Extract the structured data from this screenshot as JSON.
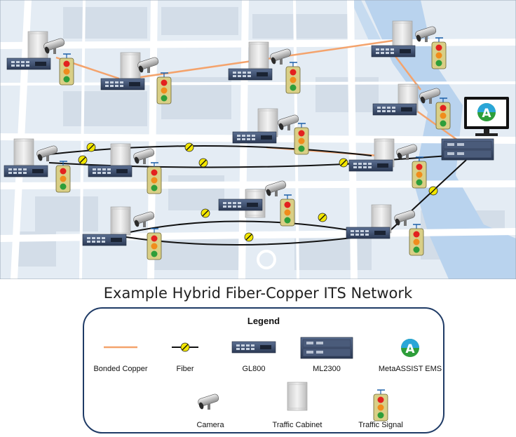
{
  "diagram": {
    "title": "Example Hybrid Fiber-Copper ITS Network",
    "colors": {
      "map_background": "#e4ecf4",
      "water": "#b9d3ee",
      "road": "#ffffff",
      "block": "#d3dde8",
      "bonded_copper": "#f4a36c",
      "fiber": "#111111",
      "fiber_marker": "#f2e600",
      "legend_border": "#1f3b66"
    },
    "legend": {
      "title": "Legend",
      "items": {
        "bonded_copper": "Bonded Copper",
        "fiber": "Fiber",
        "gl800": "GL800",
        "ml2300": "ML2300",
        "ems": "MetaASSIST EMS",
        "camera": "Camera",
        "cabinet": "Traffic Cabinet",
        "signal": "Traffic Signal"
      }
    }
  }
}
